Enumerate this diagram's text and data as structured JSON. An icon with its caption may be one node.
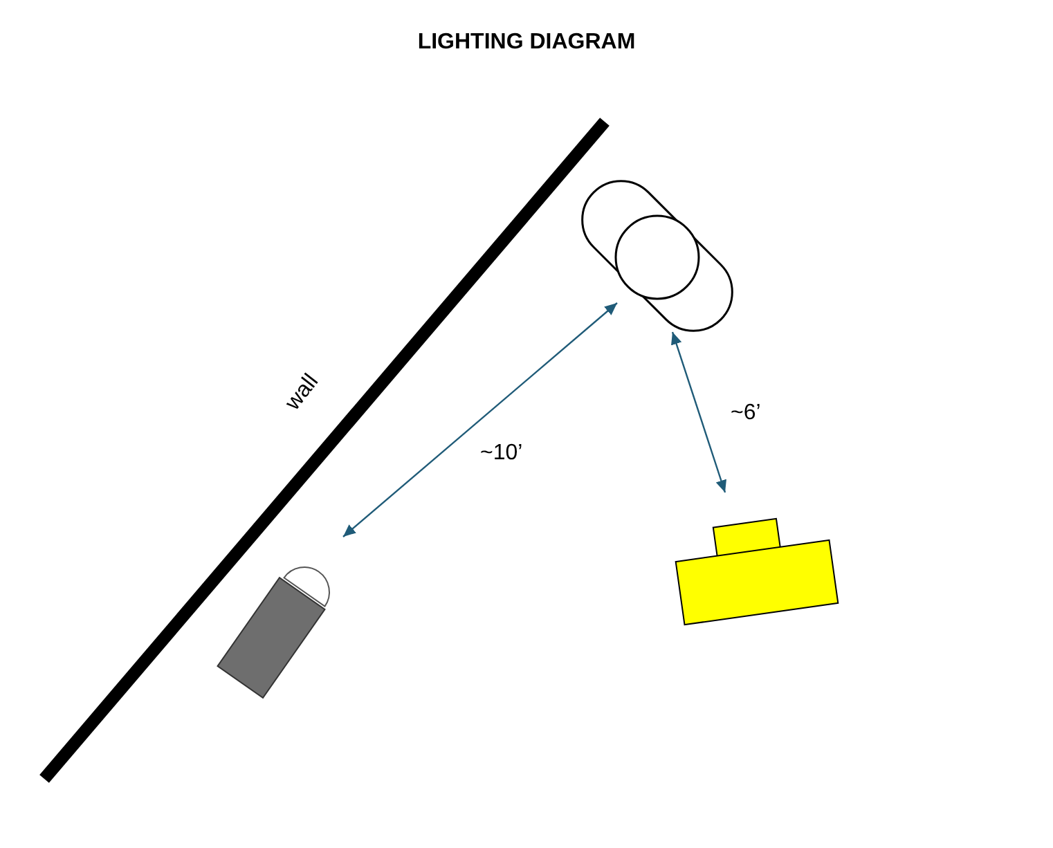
{
  "diagram": {
    "title": "LIGHTING DIAGRAM",
    "nodes": [
      {
        "text": [],
        "shape": "person"
      },
      {
        "text": [],
        "shape": "cylinder"
      },
      {
        "text": [],
        "shape": "box"
      }
    ],
    "edges": [
      {
        "from": 1,
        "to": 0,
        "arrow": "both",
        "label": "~10’"
      },
      {
        "from": 0,
        "to": 2,
        "arrow": "both",
        "label": "~6’"
      }
    ],
    "labels": [
      "wall"
    ]
  }
}
